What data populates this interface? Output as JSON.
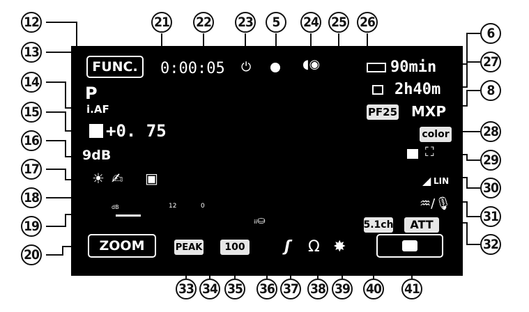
{
  "callouts": [
    "12",
    "13",
    "14",
    "15",
    "16",
    "17",
    "18",
    "19",
    "20",
    "21",
    "22",
    "23",
    "5",
    "24",
    "25",
    "26",
    "6",
    "27",
    "8",
    "28",
    "29",
    "30",
    "31",
    "32",
    "33",
    "34",
    "35",
    "36",
    "37",
    "38",
    "39",
    "40",
    "41"
  ],
  "screen": {
    "func_label": "FUNC.",
    "mode": "P",
    "af": "i.AF",
    "exposure": "+0. 75",
    "gain": "9dB",
    "timecode": "0:00:05",
    "battery_time": "90min",
    "card_time": "2h40m",
    "frame_rate": "PF25",
    "record_mode": "MXP",
    "color_label": "color",
    "zoom_label": "ZOOM",
    "peak_label": "PEAK",
    "zebra_label": "100",
    "channels_label": "5.1ch",
    "att_label": "ATT",
    "audio_meter_top": "dB",
    "audio_meter_12": "12",
    "audio_meter_0": "0",
    "lin_label": "LIN"
  },
  "colors": {
    "screen_bg": "#000000",
    "callout_border": "#111111",
    "badge_bg": "#e6e6e6"
  }
}
